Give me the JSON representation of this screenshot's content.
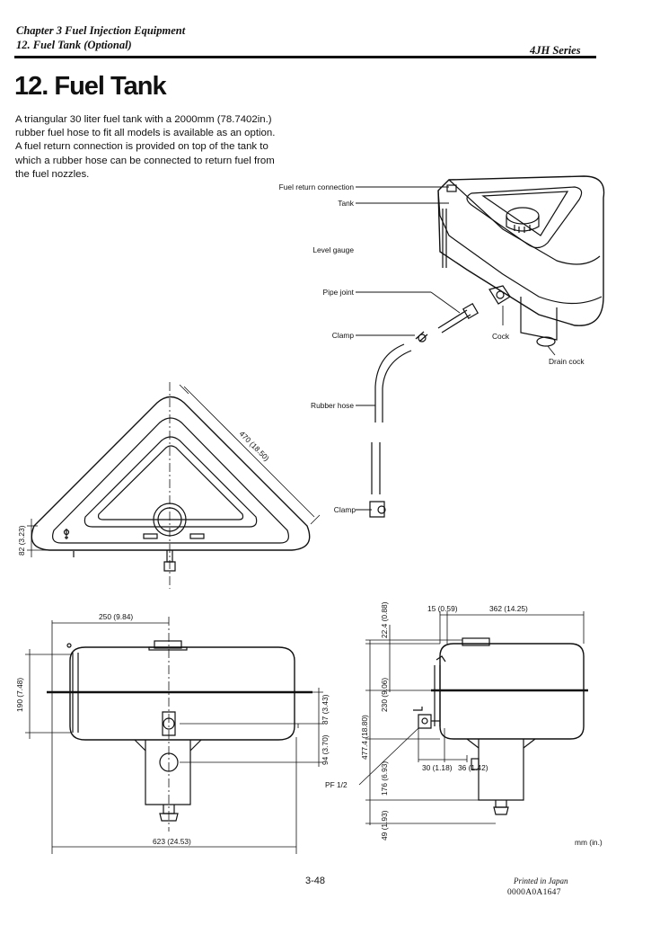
{
  "header": {
    "chapter": "Chapter 3 Fuel Injection Equipment",
    "section": "12. Fuel Tank (Optional)",
    "series": "4JH Series"
  },
  "title": "12. Fuel Tank",
  "intro": [
    "A triangular 30 liter fuel tank with a 2000mm (78.7402in.)",
    "rubber fuel hose to fit all models is available as an option.",
    "A fuel return connection is provided on top of the tank to",
    "which a rubber hose can be connected to return fuel from",
    "the fuel nozzles."
  ],
  "labels": {
    "fuel_return": "Fuel return connection",
    "tank": "Tank",
    "level_gauge": "Level gauge",
    "pipe_joint": "Pipe joint",
    "clamp1": "Clamp",
    "cock": "Cock",
    "drain_cock": "Drain cock",
    "rubber_hose": "Rubber hose",
    "clamp2": "Clamp"
  },
  "dimensions": {
    "d470": "470 (18.50)",
    "d82": "82 (3.23)",
    "d250": "250 (9.84)",
    "d190": "190 (7.48)",
    "d87": "87 (3.43)",
    "d94": "94 (3.70)",
    "d623": "623 (24.53)",
    "d22": "22.4 (0.88)",
    "d15": "15 (0.59)",
    "d362": "362 (14.25)",
    "d230": "230 (9.06)",
    "d477": "477.4 (18.80)",
    "d30": "30 (1.18)",
    "d36": "36 (1.42)",
    "d176": "176 (6.93)",
    "d49": "49 (1.93)",
    "pf": "PF 1/2"
  },
  "units": "mm (in.)",
  "footer": {
    "page": "3-48",
    "printed": "Printed in Japan",
    "code": "0000A0A1647"
  }
}
